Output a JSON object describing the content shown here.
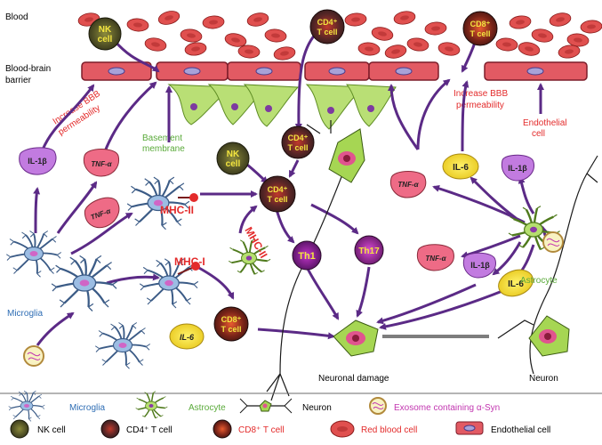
{
  "regions": {
    "blood": "Blood",
    "bbb_line1": "Blood-brain",
    "bbb_line2": "barrier",
    "basement_line1": "Basement",
    "basement_line2": "membrane",
    "increase_bbb_left_1": "Increase BBB",
    "increase_bbb_left_2": "permeability",
    "increase_bbb_right_1": "Increase BBB",
    "increase_bbb_right_2": "permeability",
    "endothelial_line1": "Endothelial",
    "endothelial_line2": "cell",
    "microglia": "Microglia",
    "astrocyte": "Astrocyte",
    "neuronal_damage": "Neuronal damage",
    "neuron": "Neuron"
  },
  "cells": {
    "nk_line1": "NK",
    "nk_line2": "cell",
    "cd4_line1": "CD4⁺",
    "cd4_line2": "T cell",
    "cd8_line1": "CD8⁺",
    "cd8_line2": "T cell",
    "th1": "Th1",
    "th17": "Th17",
    "mhc2": "MHC-II",
    "mhc1": "MHC-I"
  },
  "cytokines": {
    "il1b": "IL-1β",
    "tnfa": "TNF-α",
    "il6": "IL-6"
  },
  "legend": {
    "microglia": "Microglia",
    "astrocyte": "Astrocyte",
    "neuron": "Neuron",
    "exosome": "Exosome containing α-Syn",
    "nk": "NK cell",
    "cd4": "CD4⁺ T cell",
    "cd8": "CD8⁺ T cell",
    "rbc": "Red blood cell",
    "endothelial": "Endothelial cell"
  },
  "colors": {
    "arrow": "#5b2a86",
    "rbc": "#e0504f",
    "endothelial": "#e0505f",
    "microglia": "#8fb4dd",
    "astrocyte": "#9bcf4c",
    "tnfa": "#ee6b86",
    "il1b": "#c27be0",
    "il6": "#f5e23c",
    "red_text": "#e32b2b",
    "green_text": "#5aaa3a",
    "blue_text": "#2e6db4",
    "magenta_text": "#c236b0"
  }
}
